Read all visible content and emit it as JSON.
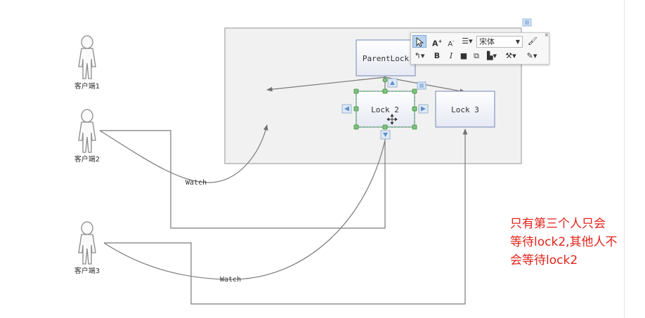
{
  "nodes": {
    "parent_lock": "ParentLock",
    "lock2": "Lock 2",
    "lock3": "Lock 3"
  },
  "actors": [
    {
      "label": "客户端1"
    },
    {
      "label": "客户端2"
    },
    {
      "label": "客户端3"
    }
  ],
  "edges": {
    "watch_client2": "Watch",
    "watch_client3": "Watch"
  },
  "toolbar": {
    "font_name": "宋体",
    "pointer_icon": "pointer-arrow-icon",
    "grow_font": "A",
    "shrink_font": "A",
    "bold": "B",
    "italic": "I"
  },
  "annotation": {
    "lines": [
      "只有第三个人只会",
      "等待lock2,其他人不",
      "会等待lock2"
    ]
  },
  "colors": {
    "line": "#7a7a7a",
    "container_fill": "#f1f1f1",
    "container_border": "#b5b5b5",
    "node_border": "#8898c0",
    "selection": "#39a03d",
    "note_text": "#e2231a"
  }
}
